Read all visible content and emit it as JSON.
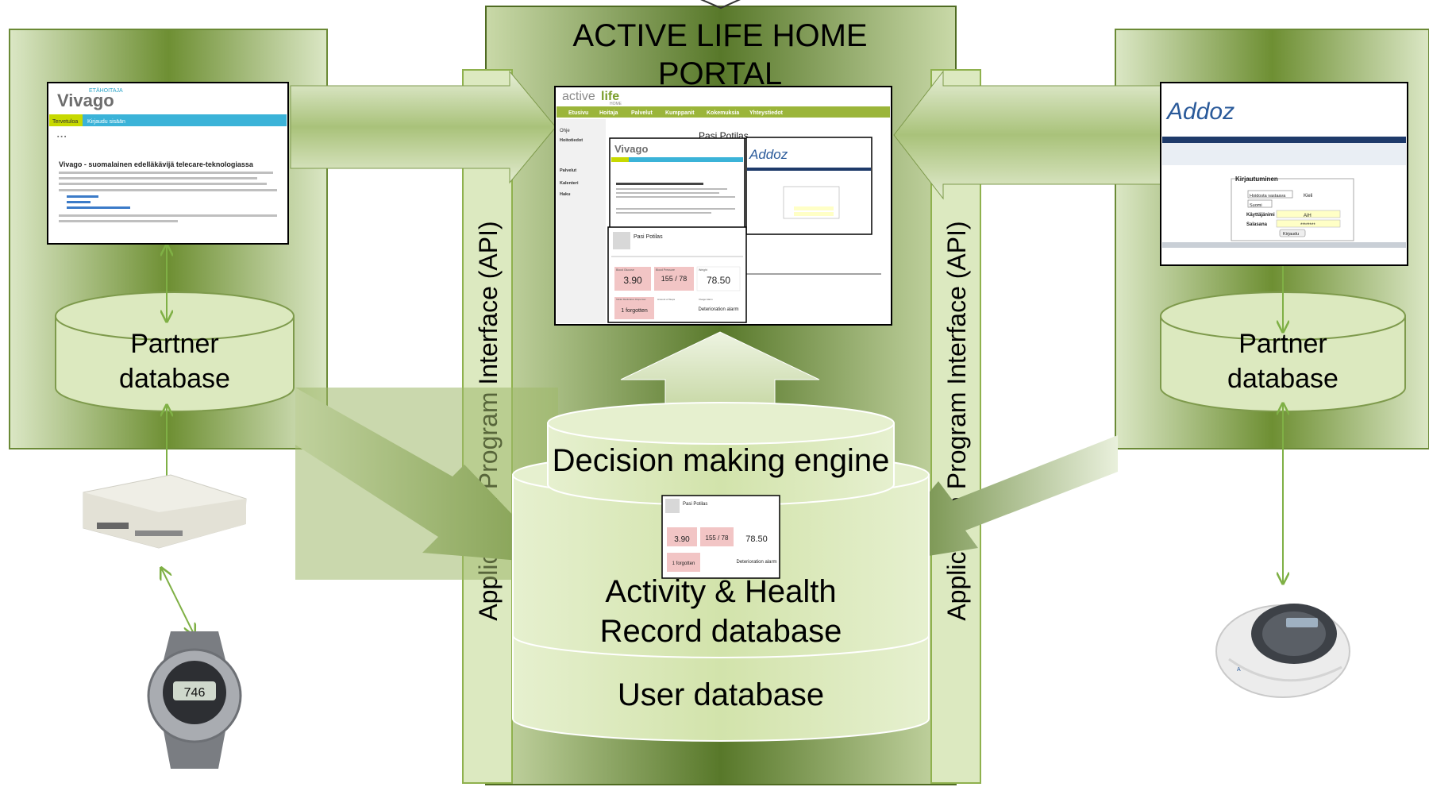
{
  "portal": {
    "title_line1": "ACTIVE LIFE HOME",
    "title_line2": "PORTAL"
  },
  "api": {
    "left_label": "Application Program Interface (API)",
    "right_label": "Application Program Interface (API)"
  },
  "databases": {
    "left_partner": {
      "line1": "Partner",
      "line2": "database"
    },
    "right_partner": {
      "line1": "Partner",
      "line2": "database"
    },
    "decision_engine": "Decision making engine",
    "activity_line1": "Activity & Health",
    "activity_line2": "Record database",
    "user_db": "User database"
  },
  "vivago_site": {
    "logo_small": "ETÄHOITAJA",
    "logo": "Vivago",
    "nav": [
      "Tervetuloa",
      "Kirjaudu sisään"
    ],
    "heading": "Vivago - suomalainen edelläkävijä telecare-teknologiassa"
  },
  "addoz_site": {
    "logo": "Addoz",
    "login_title": "Kirjautuminen",
    "lang_select": "Hoidosta vastaava",
    "lang_label": "Kieli",
    "lang_value": "Suomi",
    "user_label": "Käyttäjänimi",
    "user_value": "AiH",
    "pass_label": "Salasana",
    "pass_value": "********",
    "login_button": "Kirjaudu"
  },
  "activelife_site": {
    "logo_a": "active",
    "logo_b": "life",
    "logo_sub": "HOME",
    "nav": [
      "Etusivu",
      "Hoitaja",
      "Palvelut",
      "Kumppanit",
      "Kokemuksia",
      "Yhteystiedot"
    ],
    "sidebar": [
      "Ohje",
      "Hoitotiedot",
      "Palvelut",
      "Kalenteri",
      "Haku"
    ],
    "patient_name": "Pasi Potilas"
  },
  "health_card": {
    "name": "Pasi Potilas",
    "v1_label": "Blood Glucose",
    "v1": "3.90",
    "v2_label": "Blood Pressure",
    "v2": "155 / 78",
    "v3_label": "Weight",
    "v3": "78.50",
    "v4_label": "Tablet Medication Dispenser",
    "v4": "1 forgotten",
    "v5_label": "Amount of Steps",
    "v6_label": "Vivago Alarm",
    "v6": "Deterioration alarm"
  },
  "colors": {
    "green_dark": "#5f7f2a",
    "green_mid": "#9ab765",
    "green_light": "#d3e2b5",
    "db_fill": "#d9e8ba",
    "connector": "#7fb045"
  }
}
